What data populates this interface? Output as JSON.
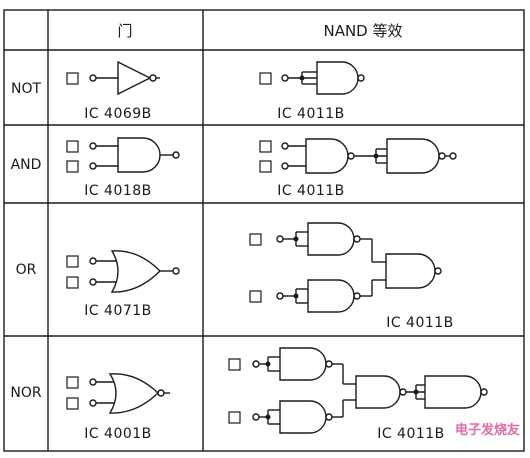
{
  "header": {
    "gate_col": "门",
    "nand_col": "NAND 等效"
  },
  "rows": [
    {
      "name": "NOT",
      "gate_ic": "IC  4069B",
      "nand_ic": "IC  4011B"
    },
    {
      "name": "AND",
      "gate_ic": "IC  4018B",
      "nand_ic": "IC  4011B"
    },
    {
      "name": "OR",
      "gate_ic": "IC  4071B",
      "nand_ic": "IC  4011B"
    },
    {
      "name": "NOR",
      "gate_ic": "IC  4001B",
      "nand_ic": "IC  4011B"
    }
  ],
  "watermark": "电子发烧友"
}
